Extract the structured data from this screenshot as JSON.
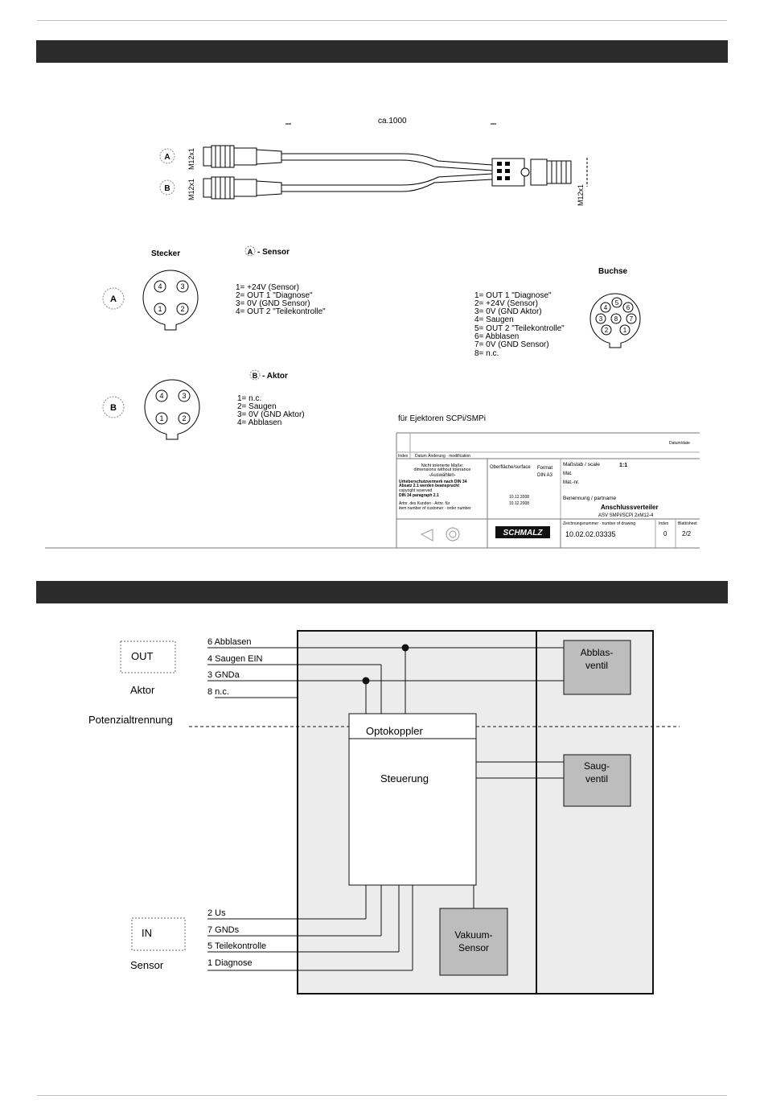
{
  "cable": {
    "length_label": "ca.1000",
    "thread_a": "M12x1",
    "thread_b": "M12x1",
    "thread_c": "M12x1",
    "marker_a": "A",
    "marker_b": "B"
  },
  "plug": {
    "title": "Stecker",
    "row_a_marker": "A",
    "row_b_marker": "B",
    "pins": [
      "1",
      "2",
      "3",
      "4"
    ]
  },
  "sensor": {
    "marker": "A",
    "title": "- Sensor",
    "lines": [
      "1= +24V (Sensor)",
      "2= OUT 1 \"Diagnose\"",
      "3= 0V (GND Sensor)",
      "4= OUT 2 \"Teilekontrolle\""
    ]
  },
  "aktor": {
    "marker": "B",
    "title": "- Aktor",
    "lines": [
      "1= n.c.",
      "2= Saugen",
      "3= 0V (GND Aktor)",
      "4= Abblasen"
    ]
  },
  "socket": {
    "title": "Buchse",
    "lines": [
      "1= OUT 1 \"Diagnose\"",
      "2= +24V (Sensor)",
      "3= 0V (GND Aktor)",
      "4= Saugen",
      "5= OUT 2 \"Teilekontrolle\"",
      "6= Abblasen",
      "7= 0V (GND Sensor)",
      "8= n.c."
    ],
    "pins": [
      "1",
      "2",
      "3",
      "4",
      "5",
      "6",
      "7",
      "8"
    ]
  },
  "titleblock": {
    "caption": "für Ejektoren SCPi/SMPi",
    "header_left": "Index",
    "header_change": "Datum Änderung · modification",
    "header_right": "Datum/date",
    "notes": [
      "Nicht tolerierte Maße:",
      "dimensions without tolerance",
      "-Auswählen-",
      "Urheberschutzvermerk nach DIN 34",
      "Absatz 2.1 werden beansprucht",
      "copyright reserved",
      "DIN 34 paragraph 2.1",
      "Artnr. des Kunden · Artnr. für",
      "item number of customer · order number"
    ],
    "surface_label": "Oberfläche/surface",
    "format_label": "Format",
    "format_value": "DIN A3",
    "scale_label": "Maßstab / scale",
    "scale_value": "1:1",
    "mat_label": "Mat.",
    "mat_nr_label": "Mat.-nr.",
    "dates": [
      "10.12.2008",
      "10.12.2008"
    ],
    "name_label": "Benennung / partname",
    "name_value": "Anschlussverteiler",
    "name_sub": "ASV SMPi/SCPi 2xM12-4",
    "drawing_no_label": "Zeichnungsnummer · number of drawing",
    "drawing_no": "10.02.02.03335",
    "index_label": "Index",
    "index_value": "0",
    "sheet_label": "Blatt/sheet",
    "sheet_value": "2/2",
    "brand": "SCHMALZ"
  },
  "circuit": {
    "out_box": "OUT",
    "out_caption": "Aktor",
    "in_box": "IN",
    "in_caption": "Sensor",
    "isolation": "Potenzialtrennung",
    "opto": "Optokoppler",
    "control": "Steuerung",
    "valve_blow": [
      "Abblas-",
      "ventil"
    ],
    "valve_suck": [
      "Saug-",
      "ventil"
    ],
    "vac_sensor": [
      "Vakuum-",
      "Sensor"
    ],
    "out_wires": [
      "6 Abblasen",
      "4 Saugen EIN",
      "3 GNDa",
      "8 n.c."
    ],
    "in_wires": [
      "2 Us",
      "7 GNDs",
      "5 Teilekontrolle",
      "1 Diagnose"
    ]
  }
}
